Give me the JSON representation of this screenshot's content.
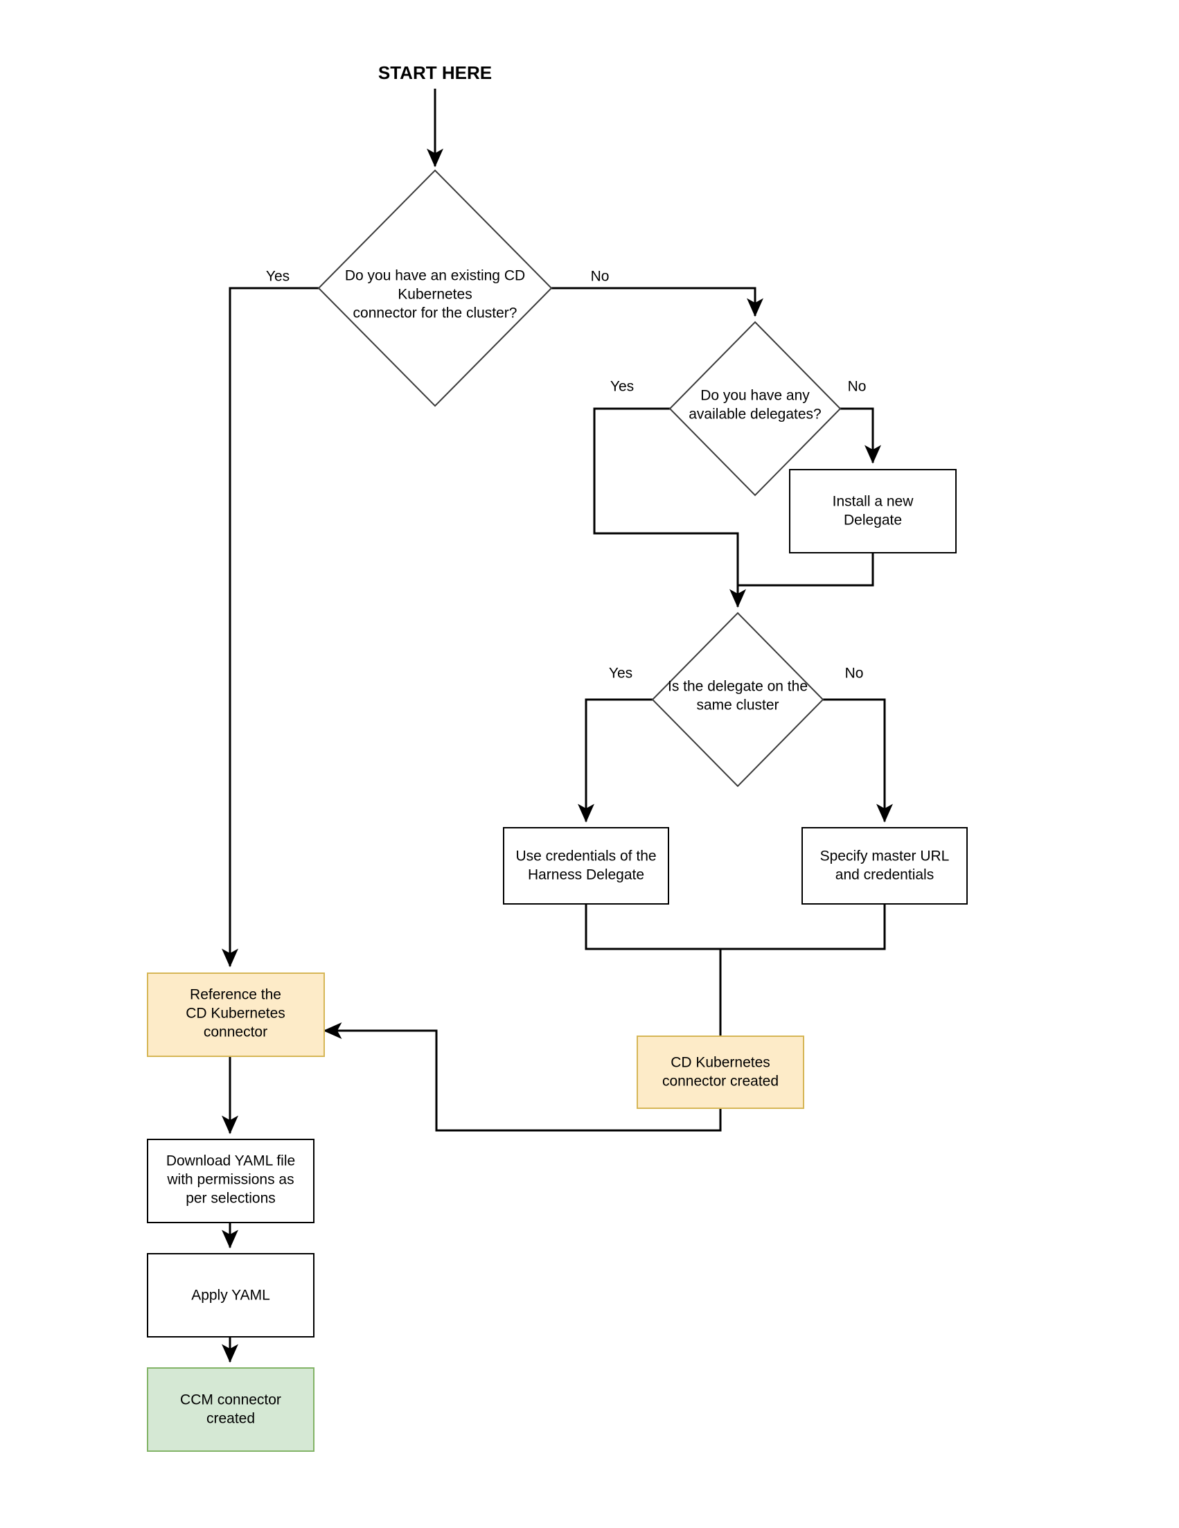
{
  "diagram": {
    "title": "START HERE",
    "type": "flowchart",
    "colors": {
      "highlight_fill": "#fdebc8",
      "highlight_stroke": "#d6b656",
      "success_fill": "#d5e8d4",
      "success_stroke": "#82b366",
      "default_fill": "#ffffff",
      "default_stroke": "#000000",
      "decision_stroke": "#3b3b3b",
      "edge_color": "#000000",
      "text_color": "#000000"
    },
    "nodes": {
      "decision_existing_connector": {
        "shape": "diamond",
        "lines": [
          "Do you have an existing CD",
          "Kubernetes",
          "connector for the cluster?"
        ]
      },
      "decision_available_delegates": {
        "shape": "diamond",
        "lines": [
          "Do you have any",
          "available delegates?"
        ]
      },
      "decision_delegate_same_cluster": {
        "shape": "diamond",
        "lines": [
          "Is the delegate on the",
          "same cluster"
        ]
      },
      "install_new_delegate": {
        "shape": "rectangle",
        "lines": [
          "Install a new",
          "Delegate"
        ]
      },
      "use_delegate_credentials": {
        "shape": "rectangle",
        "lines": [
          "Use credentials of the",
          "Harness Delegate"
        ]
      },
      "specify_master_url": {
        "shape": "rectangle",
        "lines": [
          "Specify master URL",
          "and credentials"
        ]
      },
      "reference_cd_connector": {
        "shape": "rectangle",
        "lines": [
          "Reference the",
          "CD Kubernetes",
          "connector"
        ]
      },
      "cd_connector_created": {
        "shape": "rectangle",
        "lines": [
          "CD Kubernetes",
          "connector created"
        ]
      },
      "download_yaml": {
        "shape": "rectangle",
        "lines": [
          "Download YAML file",
          "with permissions as",
          "per selections"
        ]
      },
      "apply_yaml": {
        "shape": "rectangle",
        "lines": [
          "Apply YAML"
        ]
      },
      "ccm_connector_created": {
        "shape": "rectangle",
        "lines": [
          "CCM connector",
          "created"
        ]
      }
    },
    "edge_labels": {
      "d1_yes": "Yes",
      "d1_no": "No",
      "d2_yes": "Yes",
      "d2_no": "No",
      "d3_yes": "Yes",
      "d3_no": "No"
    }
  }
}
